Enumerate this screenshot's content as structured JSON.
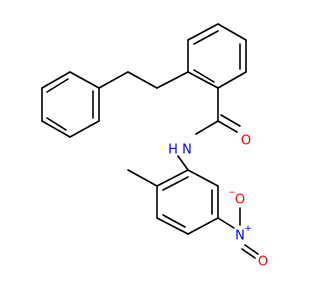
{
  "molecule": {
    "atoms": {
      "amide_n": {
        "label": "N",
        "color": "#0000ff"
      },
      "amide_h": {
        "label": "H",
        "color": "#0000ff"
      },
      "carbonyl_o": {
        "label": "O",
        "color": "#ff0000"
      },
      "nitro_n": {
        "label": "N",
        "color": "#0000ff"
      },
      "nitro_n_charge": {
        "label": "+",
        "color": "#0000ff"
      },
      "nitro_o_top": {
        "label": "O",
        "color": "#ff0000"
      },
      "nitro_o_top_charge": {
        "label": "−",
        "color": "#ff0000"
      },
      "nitro_o_right": {
        "label": "O",
        "color": "#ff0000"
      }
    },
    "bond_color": "#000000"
  }
}
